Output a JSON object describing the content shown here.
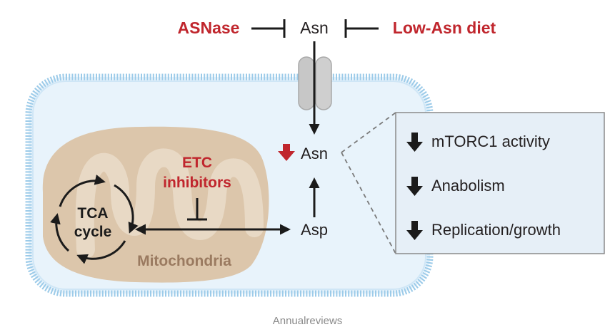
{
  "top": {
    "drug_label": "ASNase",
    "diet_label": "Low-Asn diet",
    "asn_extracellular": "Asn"
  },
  "cell": {
    "asn_intracellular": "Asn",
    "asp_label": "Asp",
    "etc_line1": "ETC",
    "etc_line2": "inhibitors",
    "tca_line1": "TCA",
    "tca_line2": "cycle",
    "mitochondria_label": "Mitochondria"
  },
  "effects": {
    "items": [
      "mTORC1 activity",
      "Anabolism",
      "Replication/growth"
    ]
  },
  "footer": {
    "credit": "Annualreviews"
  },
  "colors": {
    "accent_red": "#c0262d",
    "cell_fill": "#e8f3fb",
    "membrane_blue": "#8fc4e8",
    "mito_fill": "#dcc6ab",
    "effects_box_fill": "#e6eff7"
  }
}
